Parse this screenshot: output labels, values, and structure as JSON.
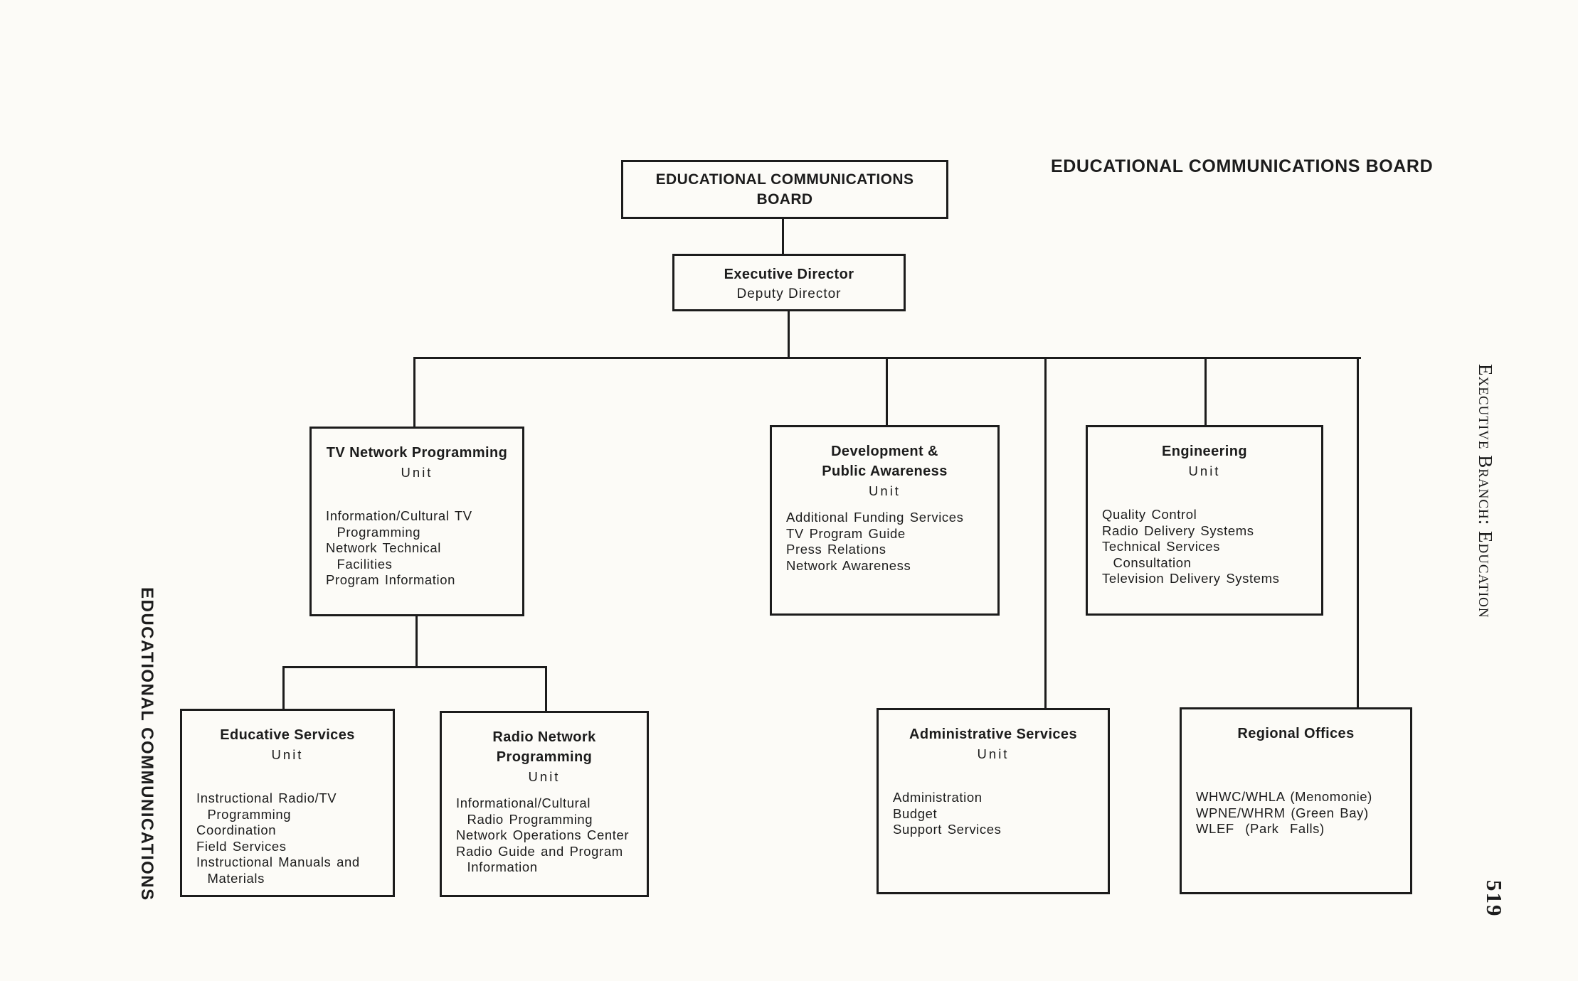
{
  "page": {
    "header_title": "EDUCATIONAL COMMUNICATIONS BOARD",
    "left_margin_label": "EDUCATIONAL COMMUNICATIONS",
    "right_margin_label": "Executive Branch: Education",
    "page_number": "519"
  },
  "org_chart": {
    "root": {
      "title": "EDUCATIONAL COMMUNICATIONS\nBOARD"
    },
    "executive": {
      "title": "Executive Director",
      "subtitle": "Deputy Director"
    },
    "units": {
      "tv_network": {
        "title": "TV Network Programming",
        "unit_label": "Unit",
        "items": [
          "Information/Cultural TV",
          "  Programming",
          "Network Technical",
          "  Facilities",
          "Program Information"
        ]
      },
      "development": {
        "title": "Development &\nPublic Awareness",
        "unit_label": "Unit",
        "items": [
          "Additional Funding Services",
          "TV Program Guide",
          "Press Relations",
          "Network Awareness"
        ]
      },
      "engineering": {
        "title": "Engineering",
        "unit_label": "Unit",
        "items": [
          "Quality Control",
          "Radio Delivery Systems",
          "Technical Services",
          "  Consultation",
          "Television Delivery Systems"
        ]
      },
      "educative": {
        "title": "Educative Services",
        "unit_label": "Unit",
        "items": [
          "Instructional Radio/TV",
          "  Programming",
          "Coordination",
          "Field Services",
          "Instructional Manuals and",
          "  Materials"
        ]
      },
      "radio_network": {
        "title": "Radio Network\nProgramming",
        "unit_label": "Unit",
        "items": [
          "Informational/Cultural",
          "  Radio Programming",
          "Network Operations Center",
          "Radio Guide and Program",
          "  Information"
        ]
      },
      "administrative": {
        "title": "Administrative Services",
        "unit_label": "Unit",
        "items": [
          "Administration",
          "Budget",
          "Support Services"
        ]
      },
      "regional": {
        "title": "Regional Offices",
        "items": [
          "WHWC/WHLA (Menomonie)",
          "WPNE/WHRM (Green Bay)",
          "WLEF  (Park  Falls)"
        ]
      }
    }
  },
  "colors": {
    "ink": "#1c1c1c",
    "paper": "#fcfbf7"
  }
}
